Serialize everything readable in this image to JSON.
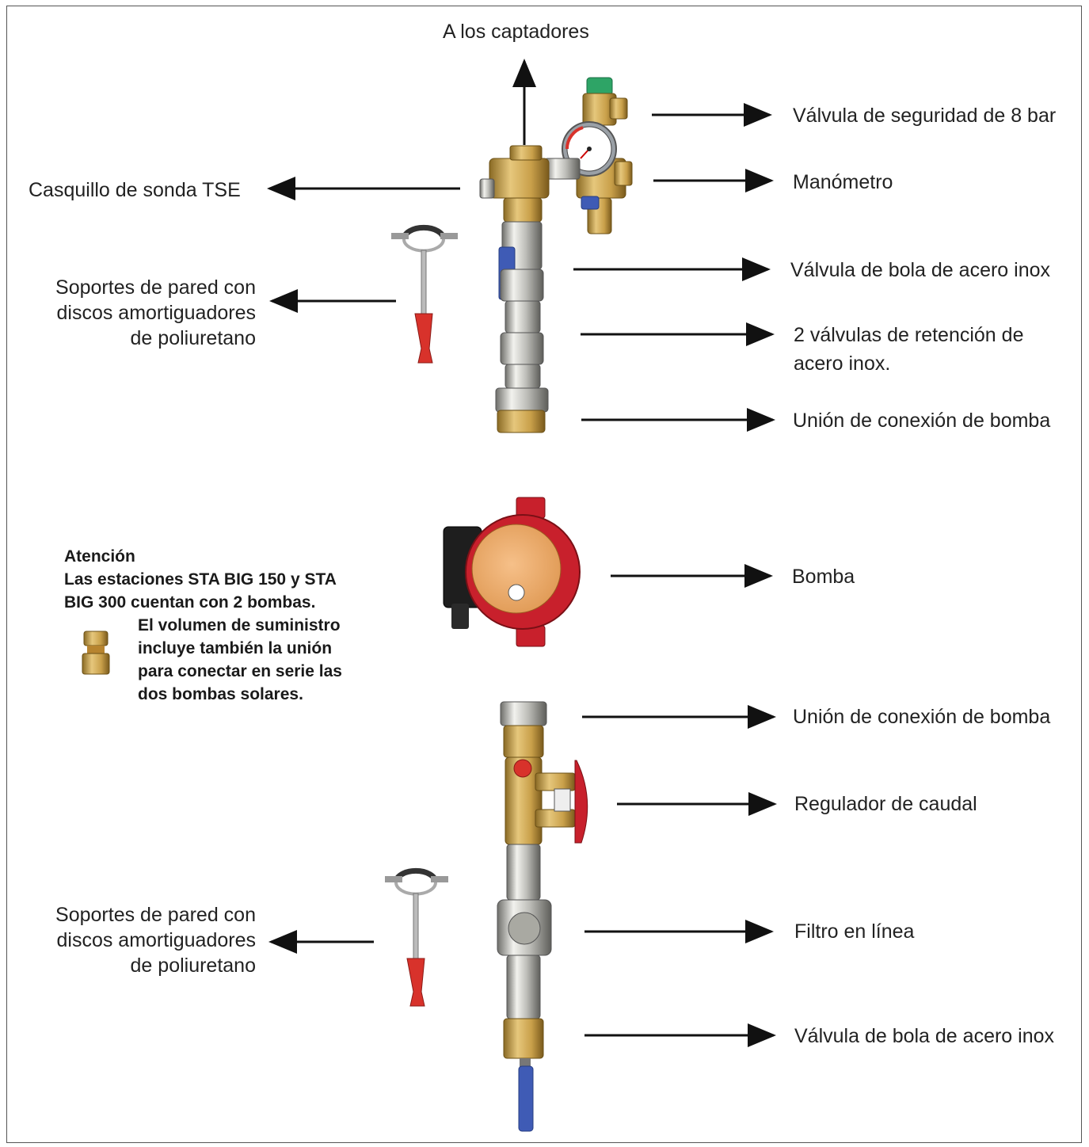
{
  "top": {
    "captadores": "A los captadores"
  },
  "upper_group": {
    "left": {
      "casquillo": "Casquillo de sonda TSE",
      "soportes": [
        "Soportes de pared con",
        "discos amortiguadores",
        "de poliuretano"
      ]
    },
    "right": {
      "valvula_seguridad": "Válvula de seguridad de 8 bar",
      "manometro": "Manómetro",
      "valvula_bola": "Válvula de bola de acero inox",
      "valvulas_retencion": [
        "2 válvulas de retención de",
        "acero inox."
      ],
      "union_bomba": "Unión de conexión de bomba"
    }
  },
  "pump": {
    "label": "Bomba"
  },
  "note": {
    "title": "Atención",
    "line1": "Las estaciones STA BIG 150 y STA",
    "line2": "BIG 300 cuentan con 2 bombas.",
    "indent_lines": [
      "El volumen de suministro",
      "incluye también la unión",
      "para conectar en serie las",
      "dos bombas solares."
    ]
  },
  "lower_group": {
    "left": {
      "soportes": [
        "Soportes de pared con",
        "discos amortiguadores",
        "de poliuretano"
      ]
    },
    "right": {
      "union_bomba": "Unión de conexión de bomba",
      "regulador": "Regulador de caudal",
      "filtro": "Filtro en línea",
      "valvula_bola": "Válvula de bola de acero inox"
    }
  },
  "colors": {
    "brass": "#c9a04a",
    "chrome": "#c8c8c4",
    "pump_red": "#c8202c",
    "handle_blue": "#3f5bb5",
    "valve_green": "#2ea466",
    "plug_red": "#d8322b"
  }
}
